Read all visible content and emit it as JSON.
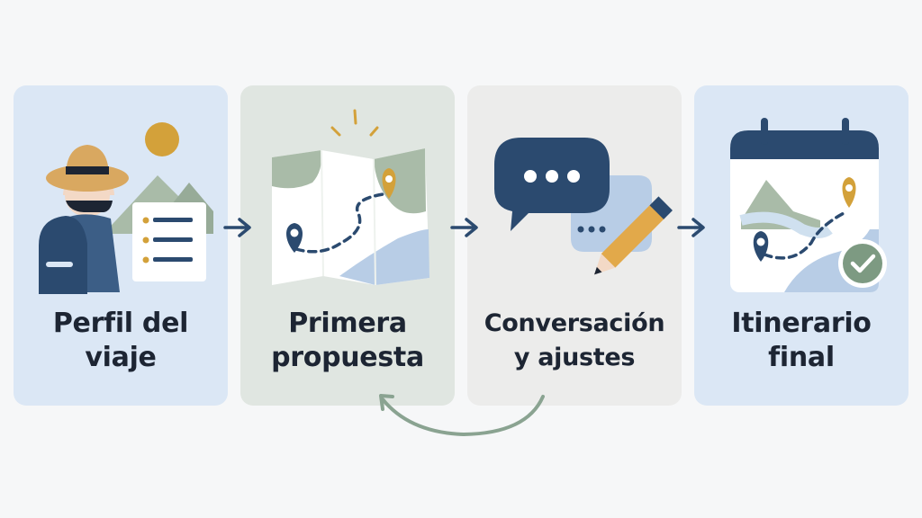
{
  "steps": [
    {
      "line1": "Perfil del",
      "line2": "viaje"
    },
    {
      "line1": "Primera",
      "line2": "propuesta"
    },
    {
      "line1": "Conversación",
      "line2": "y ajustes"
    },
    {
      "line1": "Itinerario",
      "line2": "final"
    }
  ],
  "icons": {
    "step1": [
      "traveler-icon",
      "sun-icon",
      "mountains-icon",
      "checklist-icon",
      "backpack-icon"
    ],
    "step2": [
      "map-icon",
      "map-pin-icon",
      "route-icon",
      "sparkle-icon"
    ],
    "step3": [
      "chat-bubble-icon",
      "typing-bubble-icon",
      "pencil-icon"
    ],
    "step4": [
      "calendar-icon",
      "map-pin-icon",
      "check-circle-icon"
    ],
    "connectors": [
      "arrow-right-icon",
      "feedback-loop-arrow-icon"
    ]
  },
  "colors": {
    "navy": "#2b4a6f",
    "gold": "#d3a13a",
    "sage": "#a9bba8",
    "loop": "#8aa391",
    "card_blue": "#dbe7f5",
    "card_green": "#e0e6e1",
    "card_gray": "#ececeb"
  }
}
